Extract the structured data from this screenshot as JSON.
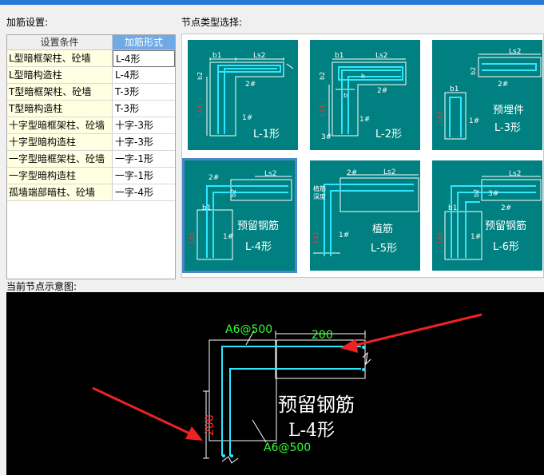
{
  "settings_title": "加筋设置:",
  "node_type_title": "节点类型选择:",
  "preview_title": "当前节点示意图:",
  "table": {
    "col_condition": "设置条件",
    "col_form": "加筋形式",
    "rows": [
      {
        "condition": "L型暗框架柱、砼墙",
        "form": "L-4形"
      },
      {
        "condition": "L型暗构造柱",
        "form": "L-4形"
      },
      {
        "condition": "T型暗框架柱、砼墙",
        "form": "T-3形"
      },
      {
        "condition": "T型暗构造柱",
        "form": "T-3形"
      },
      {
        "condition": "十字型暗框架柱、砼墙",
        "form": "十字-3形"
      },
      {
        "condition": "十字型暗构造柱",
        "form": "十字-3形"
      },
      {
        "condition": "一字型暗框架柱、砼墙",
        "form": "一字-1形"
      },
      {
        "condition": "一字型暗构造柱",
        "form": "一字-1形"
      },
      {
        "condition": "孤墙端部暗柱、砼墙",
        "form": "一字-4形"
      }
    ]
  },
  "thumbs": [
    {
      "name": "L-1形",
      "extra": "",
      "ls2": "Ls2",
      "b1": "b1",
      "b2": "b2",
      "bar2": "2#",
      "bar1": "1#",
      "lsl": "Ls1"
    },
    {
      "name": "L-2形",
      "extra": "",
      "ls2": "Ls2",
      "b1": "b1",
      "b2": "b2",
      "bar2": "2#",
      "bar1": "1#",
      "bar3": "3#",
      "lsl": "Ls1",
      "b": "b",
      "h": "h"
    },
    {
      "name": "L-3形",
      "extra": "预埋件",
      "ls2": "Ls2",
      "b1": "b1",
      "b2": "b2",
      "bar2": "2#",
      "bar1": "1#",
      "lsl": "Ls1"
    },
    {
      "name": "L-4形",
      "extra": "预留钢筋",
      "ls2": "Ls2",
      "b1": "b1",
      "b2": "b2",
      "bar2": "2#",
      "bar1": "1#",
      "lsl": "Ls1"
    },
    {
      "name": "L-5形",
      "extra": "植筋",
      "ls2": "Ls2",
      "bar2": "2#",
      "bar1": "1#",
      "lsl": "Ls1",
      "depth1": "植筋",
      "depth2": "深度"
    },
    {
      "name": "L-6形",
      "extra": "预留钢筋",
      "ls2": "Ls2",
      "b1": "b1",
      "b2": "b2",
      "bar2": "2#",
      "bar1": "1#",
      "bar3": "3#",
      "lsl": "Ls1"
    }
  ],
  "preview": {
    "label_top": "A6@500",
    "label_bottom": "A6@500",
    "dim_horizontal": "200",
    "dim_vertical": "200",
    "title": "预留钢筋",
    "form": "L-4形"
  }
}
